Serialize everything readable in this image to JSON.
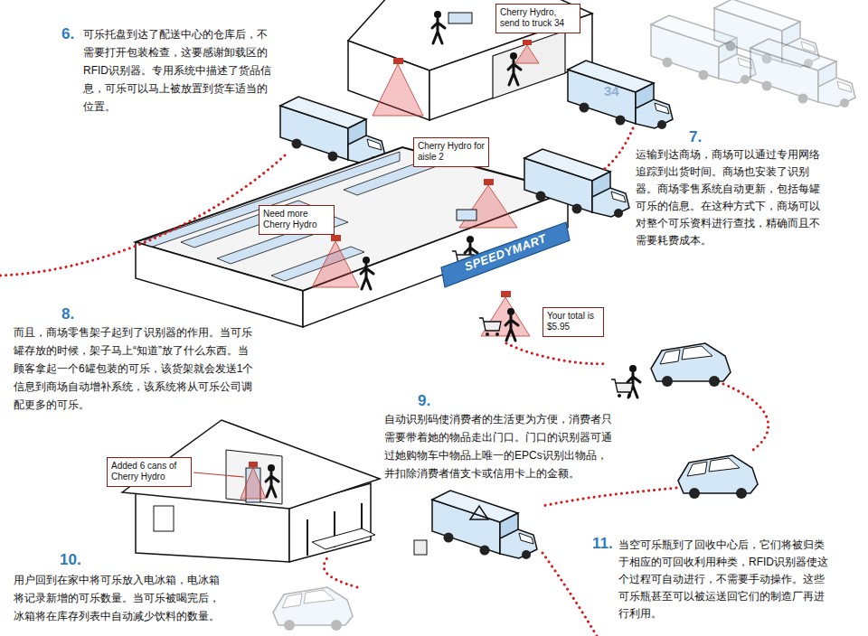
{
  "diagram": {
    "nodes": [
      {
        "text": [
          "Cherry Hydro, send to truck 34"
        ]
      },
      {
        "text": [
          "Cherry Hydro for aisle 2"
        ]
      },
      {
        "text": [
          "Need more Cherry Hydro"
        ]
      },
      {
        "text": [
          "Your total is $5.95"
        ]
      },
      {
        "text": [
          "Added 6 cans of Cherry Hydro"
        ]
      }
    ],
    "labels": [
      "6.",
      "可乐托盘到达了配送中心的仓库后，不需要打开包装检查，这要感谢卸载区的RFID识别器。专用系统中描述了货品信息，可乐可以马上被放置到货车适当的位置。",
      "7.",
      "运输到达商场，商场可以通过专用网络追踪到出货时间。商场也安装了识别器。商场零售系统自动更新，包括每罐可乐的信息。在这种方式下，商场可以对整个可乐资料进行查找，精确而且不需要耗费成本。",
      "8.",
      "而且，商场零售架子起到了识别器的作用。当可乐罐存放的时候，架子马上“知道”放了什么东西。当顾客拿起一个6罐包装的可乐，该货架就会发送1个信息到商场自动增补系统，该系统将从可乐公司调配更多的可乐。",
      "9.",
      "自动识别码使消费者的生活更为方便，消费者只需要带着她的物品走出门口。门口的识别器可通过她购物车中物品上唯一的EPCs识别出物品，并扣除消费者借支卡或信用卡上的金额。",
      "10.",
      "用户回到在家中将可乐放入电冰箱，电冰箱将记录新增的可乐数量。当可乐被喝完后，冰箱将在库存列表中自动减少饮料的数量。",
      "11.",
      "当空可乐瓶到了回收中心后，它们将被归类于相应的可回收利用种类，RFID识别器使这个过程可自动进行，不需要手动操作。这些可乐瓶甚至可以被运送回它们的制造厂再进行利用。",
      "34",
      "SPEEDYMART"
    ]
  }
}
